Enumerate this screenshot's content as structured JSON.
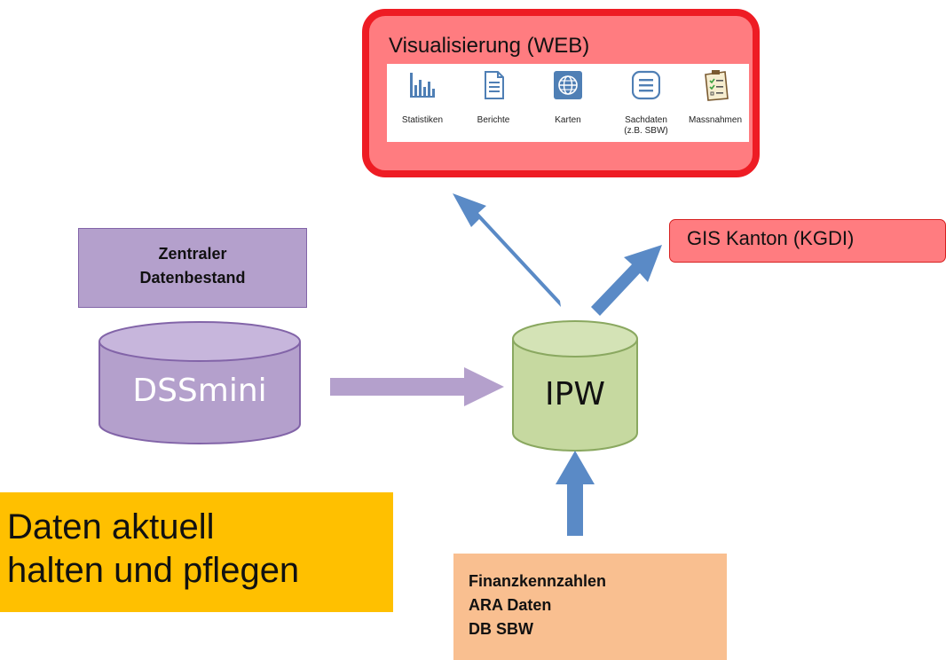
{
  "colors": {
    "web_fill": "#ff7c80",
    "web_border": "#ee1c24",
    "arrow_blue": "#5a8ac6",
    "arrow_purple": "#b4a0cc",
    "cylinder_purple": "#b4a0cc",
    "cylinder_green": "#c6d9a0",
    "yellow_box": "#ffc000",
    "peach_box": "#f9bf90"
  },
  "web": {
    "title": "Visualisierung (WEB)",
    "tools": [
      {
        "icon": "bar-chart-icon",
        "label": "Statistiken"
      },
      {
        "icon": "document-icon",
        "label": "Berichte"
      },
      {
        "icon": "globe-icon",
        "label": "Karten"
      },
      {
        "icon": "data-sheet-icon",
        "label": "Sachdaten",
        "label2": "(z.B. SBW)"
      },
      {
        "icon": "clipboard-checklist-icon",
        "label": "Massnahmen"
      }
    ]
  },
  "gis": {
    "label": "GIS Kanton (KGDI)"
  },
  "central": {
    "line1": "Zentraler",
    "line2": "Datenbestand"
  },
  "dssmini": {
    "label": "DSSmini"
  },
  "ipw": {
    "label": "IPW"
  },
  "maintain": {
    "line1": "Daten aktuell",
    "line2": "halten und pflegen"
  },
  "finance": {
    "line1": "Finanzkennzahlen",
    "line2": "ARA Daten",
    "line3": "DB SBW"
  }
}
